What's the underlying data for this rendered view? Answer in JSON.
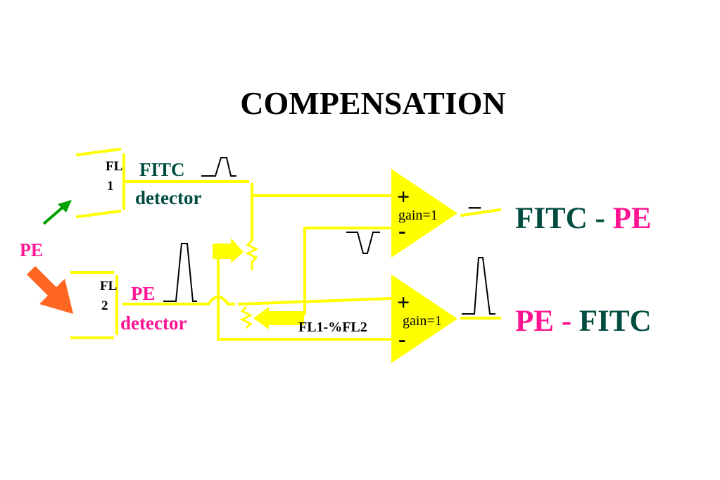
{
  "title": "COMPENSATION",
  "colors": {
    "wire": "#ffff00",
    "amplifier": "#ffff00",
    "green_arrow": "#00a000",
    "orange_arrow": "#ff6622",
    "fitc_text": "#004d40",
    "pe_text": "#ff1493",
    "black_text": "#000000"
  },
  "detectors": {
    "fl1": {
      "channel_line1": "FL",
      "channel_line2": "1",
      "dye_label": "FITC",
      "detector_label": "detector"
    },
    "fl2": {
      "channel_line1": "FL",
      "channel_line2": "2",
      "dye_label": "PE",
      "detector_label": "detector"
    }
  },
  "excitation_label": "PE",
  "amplifiers": {
    "top": {
      "plus": "+",
      "minus": "-",
      "gain": "gain=1",
      "output_sign": "_",
      "output_left": "FITC",
      "output_op": " - ",
      "output_right": "PE"
    },
    "bottom": {
      "plus": "+",
      "minus": "-",
      "gain": "gain=1",
      "output_left": "PE",
      "output_op": " - ",
      "output_right": "FITC"
    }
  },
  "mixer_label": "FL1-%FL2",
  "icons": {
    "excitation_arrow": "green-arrow-icon",
    "emission_arrow": "orange-arrow-icon",
    "pulse": "pulse-icon",
    "inverted_pulse": "inverted-pulse-icon",
    "potentiometer": "potentiometer-icon",
    "amplifier": "amplifier-triangle-icon"
  }
}
